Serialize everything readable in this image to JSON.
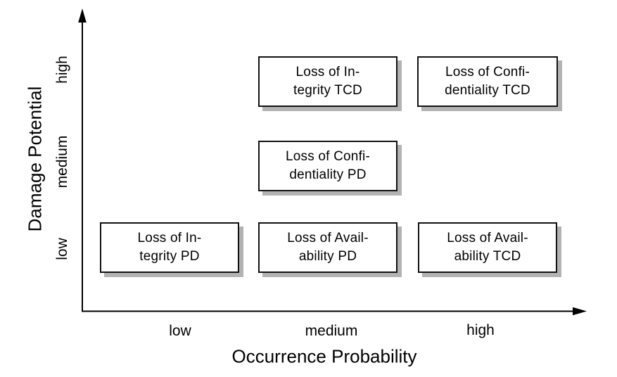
{
  "colors": {
    "background": "#ffffff",
    "box_fill": "#ffffff",
    "box_border": "#111111",
    "box_shadow": "#b3b3b3",
    "axis": "#000000",
    "text": "#000000"
  },
  "x_axis": {
    "title": "Occurrence Probability",
    "ticks": [
      "low",
      "medium",
      "high"
    ]
  },
  "y_axis": {
    "title": "Damage Potential",
    "ticks": [
      "low",
      "medium",
      "high"
    ]
  },
  "boxes": [
    {
      "line1": "Loss of In-",
      "line2": "tegrity TCD",
      "x": "medium",
      "y": "high"
    },
    {
      "line1": "Loss of Confi-",
      "line2": "dentiality TCD",
      "x": "high",
      "y": "high"
    },
    {
      "line1": "Loss of Confi-",
      "line2": "dentiality PD",
      "x": "medium",
      "y": "medium"
    },
    {
      "line1": "Loss of In-",
      "line2": "tegrity PD",
      "x": "low",
      "y": "low"
    },
    {
      "line1": "Loss of Avail-",
      "line2": "ability PD",
      "x": "medium",
      "y": "low"
    },
    {
      "line1": "Loss of Avail-",
      "line2": "ability TCD",
      "x": "high",
      "y": "low"
    }
  ],
  "chart_data": {
    "type": "scatter",
    "title": "",
    "xlabel": "Occurrence Probability",
    "ylabel": "Damage Potential",
    "x_ticks": [
      "low",
      "medium",
      "high"
    ],
    "y_ticks": [
      "low",
      "medium",
      "high"
    ],
    "grid": false,
    "legend": false,
    "points": [
      {
        "label": "Loss of Integrity TCD",
        "x": "medium",
        "y": "high"
      },
      {
        "label": "Loss of Confidentiality TCD",
        "x": "high",
        "y": "high"
      },
      {
        "label": "Loss of Confidentiality PD",
        "x": "medium",
        "y": "medium"
      },
      {
        "label": "Loss of Integrity PD",
        "x": "low",
        "y": "low"
      },
      {
        "label": "Loss of Availability PD",
        "x": "medium",
        "y": "low"
      },
      {
        "label": "Loss of Availability TCD",
        "x": "high",
        "y": "low"
      }
    ]
  }
}
